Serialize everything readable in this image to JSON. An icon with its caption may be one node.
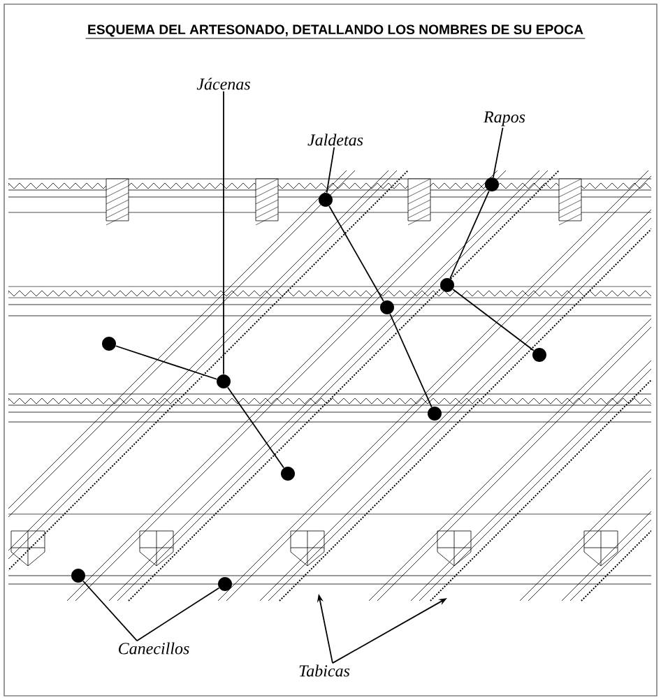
{
  "diagram": {
    "title": "ESQUEMA DEL ARTESONADO, DETALLANDO LOS NOMBRES DE SU EPOCA",
    "nodes": [
      {
        "text": [
          "Jácenas"
        ]
      },
      {
        "text": [
          "Jaldetas"
        ]
      },
      {
        "text": [
          "Rapos"
        ]
      },
      {
        "text": [
          "Canecillos"
        ]
      },
      {
        "text": [
          "Tabicas"
        ]
      },
      {
        "text": [],
        "shape": "circle"
      },
      {
        "text": [],
        "shape": "circle"
      },
      {
        "text": [],
        "shape": "circle"
      },
      {
        "text": [],
        "shape": "circle"
      },
      {
        "text": [],
        "shape": "circle"
      },
      {
        "text": [],
        "shape": "circle"
      },
      {
        "text": [],
        "shape": "circle"
      },
      {
        "text": [],
        "shape": "circle"
      },
      {
        "text": [],
        "shape": "circle"
      },
      {
        "text": [],
        "shape": "circle"
      },
      {
        "text": [],
        "shape": "circle"
      }
    ],
    "edges": [
      {
        "from": 0,
        "to": 6,
        "arrow": "none"
      },
      {
        "from": 6,
        "to": 5,
        "arrow": "none"
      },
      {
        "from": 6,
        "to": 7,
        "arrow": "none"
      },
      {
        "from": 1,
        "to": 8,
        "arrow": "none"
      },
      {
        "from": 8,
        "to": 9,
        "arrow": "none"
      },
      {
        "from": 9,
        "to": 10,
        "arrow": "none"
      },
      {
        "from": 2,
        "to": 11,
        "arrow": "none"
      },
      {
        "from": 12,
        "to": 11,
        "arrow": "none"
      },
      {
        "from": 12,
        "to": 13,
        "arrow": "none"
      },
      {
        "from": 3,
        "to": 14,
        "arrow": "none"
      },
      {
        "from": 3,
        "to": 15,
        "arrow": "none"
      },
      {
        "from": 4,
        "to": null,
        "arrow": "to"
      },
      {
        "from": 4,
        "to": null,
        "arrow": "to"
      }
    ]
  }
}
